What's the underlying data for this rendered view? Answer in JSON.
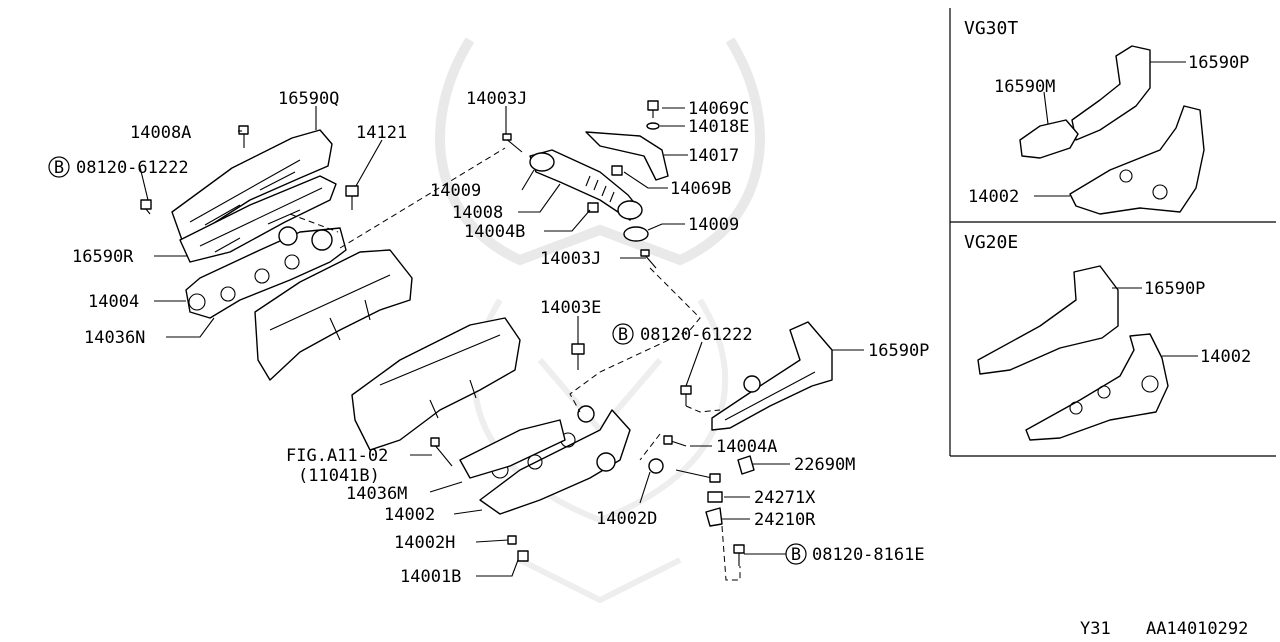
{
  "callouts": {
    "c16590Q": "16590Q",
    "c14008A": "14008A",
    "c14121": "14121",
    "c08120_61222_top": "08120-61222",
    "c16590R": "16590R",
    "c14004": "14004",
    "c14036N": "14036N",
    "c14003J_top": "14003J",
    "c14069C": "14069C",
    "c14018E": "14018E",
    "c14017": "14017",
    "c14009_left": "14009",
    "c14069B": "14069B",
    "c14008": "14008",
    "c14004B": "14004B",
    "c14009_right": "14009",
    "c14003J_bot": "14003J",
    "c14003E": "14003E",
    "c08120_61222_mid": "08120-61222",
    "c16590P_main": "16590P",
    "c14004A": "14004A",
    "cFIG": "FIG.A11-02",
    "cFIGsub": "(11041B)",
    "c22690M": "22690M",
    "c14036M": "14036M",
    "c24271X": "24271X",
    "c14002_main": "14002",
    "c14002D": "14002D",
    "c24210R": "24210R",
    "c14002H": "14002H",
    "c08120_8161E": "08120-8161E",
    "c14001B": "14001B"
  },
  "bolt_marker": "B",
  "insets": {
    "vg30t": {
      "title": "VG30T",
      "c16590P": "16590P",
      "c16590M": "16590M",
      "c14002": "14002"
    },
    "vg20e": {
      "title": "VG20E",
      "c16590P": "16590P",
      "c14002": "14002"
    }
  },
  "footer": {
    "code": "Y31",
    "diagram_id": "AA14010292"
  }
}
